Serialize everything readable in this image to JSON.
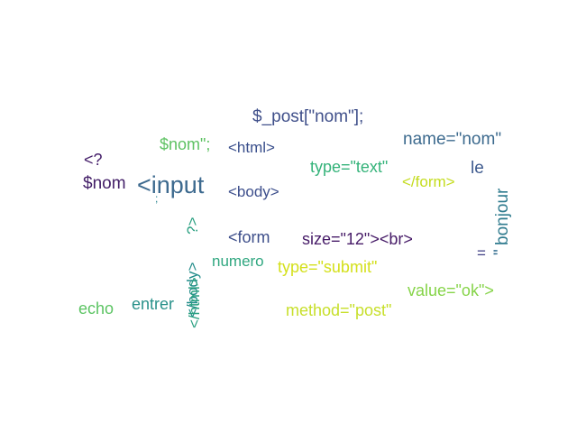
{
  "words": [
    {
      "text": "$_post[\"nom\"];",
      "color": "#3f4f8a"
    },
    {
      "text": "name=\"nom\"",
      "color": "#3c6a8e"
    },
    {
      "text": "$nom\";",
      "color": "#5ec263"
    },
    {
      "text": "<html>",
      "color": "#3a4f8c"
    },
    {
      "text": "<?",
      "color": "#46206b"
    },
    {
      "text": "type=\"text\"",
      "color": "#35b37a"
    },
    {
      "text": "le",
      "color": "#3f5b8f"
    },
    {
      "text": "$nom",
      "color": "#431f68"
    },
    {
      "text": "<input",
      "color": "#3d6a8f"
    },
    {
      "text": "</form>",
      "color": "#c4dc1e"
    },
    {
      "text": "<body>",
      "color": "#3d4f8c"
    },
    {
      "text": "bonjour",
      "color": "#2f7b8e"
    },
    {
      "text": "?>",
      "color": "#2aa081"
    },
    {
      "text": "<form",
      "color": "#3d4e8a"
    },
    {
      "text": "size=\"12\"><br>",
      "color": "#471c68"
    },
    {
      "text": "=",
      "color": "#3f3f85"
    },
    {
      "text": "\"",
      "color": "#2f6b8e"
    },
    {
      "text": "numero",
      "color": "#30a780"
    },
    {
      "text": "type=\"submit\"",
      "color": "#d4e01c"
    },
    {
      "text": "</body>",
      "color": "#228c8a"
    },
    {
      "text": "</html>",
      "color": "#2aa081"
    },
    {
      "text": "value=\"ok\">",
      "color": "#86d449"
    },
    {
      "text": "echo",
      "color": "#5cc463"
    },
    {
      "text": "entrer",
      "color": "#28918a"
    },
    {
      "text": "method=\"post\"",
      "color": "#c7df2a"
    },
    {
      "text": ";",
      "color": "#26828e"
    }
  ]
}
